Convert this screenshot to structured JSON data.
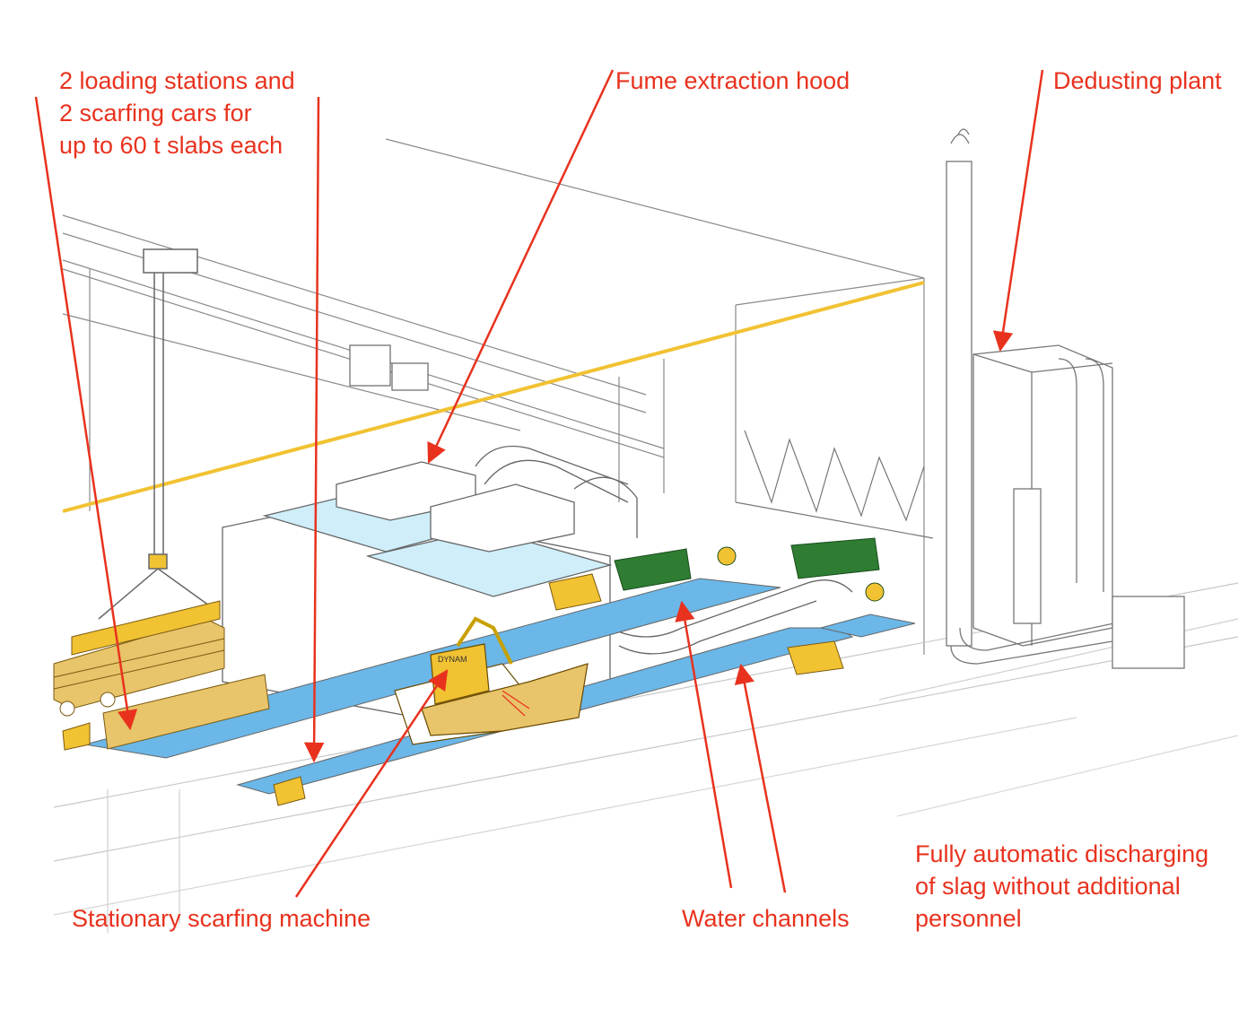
{
  "labels": {
    "loading": [
      "2 loading stations and",
      "2 scarfing cars for",
      "up to 60 t slabs each"
    ],
    "fume": "Fume extraction hood",
    "dedusting": "Dedusting plant",
    "scarfing_machine": "Stationary scarfing machine",
    "water_channels": "Water channels",
    "discharging": [
      "Fully automatic discharging",
      "of slag without additional",
      "personnel"
    ]
  },
  "machine_badge": "DYNAM",
  "colors": {
    "annotation": "#e8321e",
    "line": "#555555",
    "water": "#6ab7e8",
    "water_light": "#cfeefa",
    "yellow": "#f1c232",
    "slab": "#e8c46a",
    "green": "#2e7d32"
  }
}
